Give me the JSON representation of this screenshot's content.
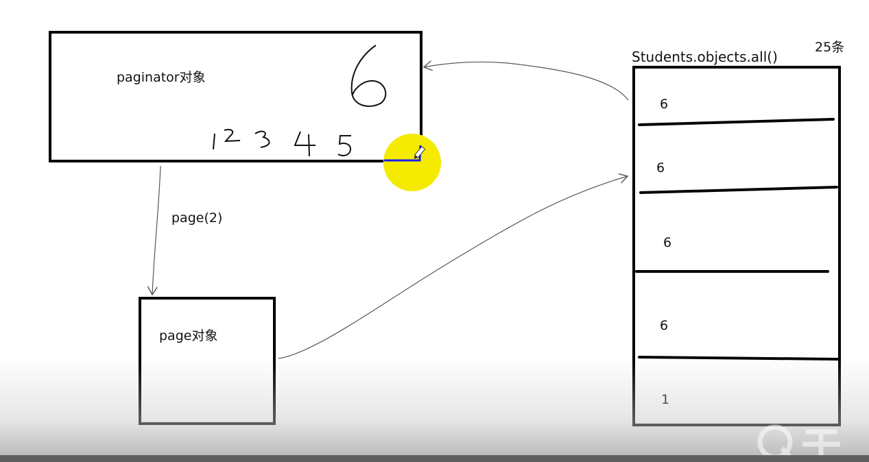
{
  "paginator_box": {
    "label": "paginator对象",
    "page_numbers": [
      "1",
      "2",
      "3",
      "4",
      "5"
    ],
    "page_count": "6"
  },
  "page_box": {
    "label": "page对象"
  },
  "page_call": {
    "label": "page(2)"
  },
  "queryset": {
    "title": "Students.objects.all()",
    "total": "25条",
    "segments": [
      "6",
      "6",
      "6",
      "6",
      "1"
    ]
  },
  "colors": {
    "cursor_highlight": "#f5eb00",
    "pen_stroke": "#1a1aff",
    "ink": "#000000"
  },
  "icons": {
    "pen": "pencil-icon",
    "watermark": "logo-watermark"
  }
}
